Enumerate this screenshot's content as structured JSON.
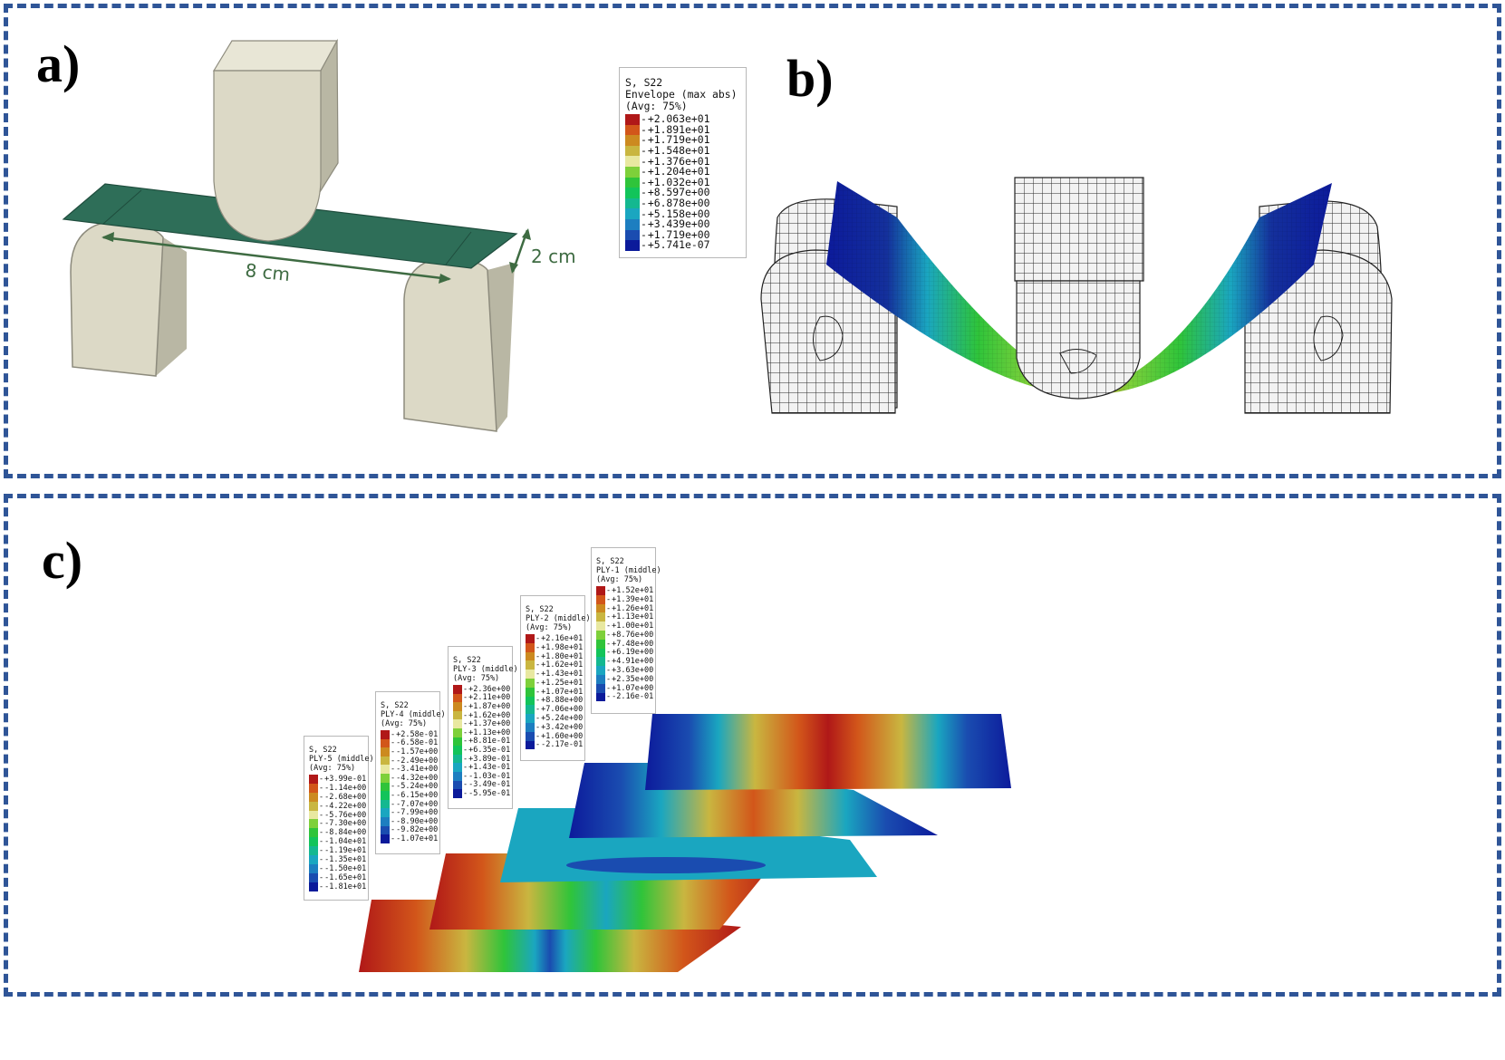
{
  "panels": {
    "a": {
      "label": "a)",
      "dimensions": {
        "length": "8 cm",
        "width": "2 cm"
      }
    },
    "b": {
      "label": "b)",
      "legend": {
        "title_lines": [
          "S, S22",
          "Envelope (max abs)",
          "(Avg: 75%)"
        ],
        "values": [
          "+2.063e+01",
          "+1.891e+01",
          "+1.719e+01",
          "+1.548e+01",
          "+1.376e+01",
          "+1.204e+01",
          "+1.032e+01",
          "+8.597e+00",
          "+6.878e+00",
          "+5.158e+00",
          "+3.439e+00",
          "+1.719e+00",
          "+5.741e-07"
        ]
      }
    },
    "c": {
      "label": "c)",
      "legends": [
        {
          "title_lines": [
            "S, S22",
            "PLY-5 (middle)",
            "(Avg: 75%)"
          ],
          "values": [
            "+3.99e-01",
            "-1.14e+00",
            "-2.68e+00",
            "-4.22e+00",
            "-5.76e+00",
            "-7.30e+00",
            "-8.84e+00",
            "-1.04e+01",
            "-1.19e+01",
            "-1.35e+01",
            "-1.50e+01",
            "-1.65e+01",
            "-1.81e+01"
          ]
        },
        {
          "title_lines": [
            "S, S22",
            "PLY-4 (middle)",
            "(Avg: 75%)"
          ],
          "values": [
            "+2.58e-01",
            "-6.58e-01",
            "-1.57e+00",
            "-2.49e+00",
            "-3.41e+00",
            "-4.32e+00",
            "-5.24e+00",
            "-6.15e+00",
            "-7.07e+00",
            "-7.99e+00",
            "-8.90e+00",
            "-9.82e+00",
            "-1.07e+01"
          ]
        },
        {
          "title_lines": [
            "S, S22",
            "PLY-3 (middle)",
            "(Avg: 75%)"
          ],
          "values": [
            "+2.36e+00",
            "+2.11e+00",
            "+1.87e+00",
            "+1.62e+00",
            "+1.37e+00",
            "+1.13e+00",
            "+8.81e-01",
            "+6.35e-01",
            "+3.89e-01",
            "+1.43e-01",
            "-1.03e-01",
            "-3.49e-01",
            "-5.95e-01"
          ]
        },
        {
          "title_lines": [
            "S, S22",
            "PLY-2 (middle)",
            "(Avg: 75%)"
          ],
          "values": [
            "+2.16e+01",
            "+1.98e+01",
            "+1.80e+01",
            "+1.62e+01",
            "+1.43e+01",
            "+1.25e+01",
            "+1.07e+01",
            "+8.88e+00",
            "+7.06e+00",
            "+5.24e+00",
            "+3.42e+00",
            "+1.60e+00",
            "-2.17e-01"
          ]
        },
        {
          "title_lines": [
            "S, S22",
            "PLY-1 (middle)",
            "(Avg: 75%)"
          ],
          "values": [
            "+1.52e+01",
            "+1.39e+01",
            "+1.26e+01",
            "+1.13e+01",
            "+1.00e+01",
            "+8.76e+00",
            "+7.48e+00",
            "+6.19e+00",
            "+4.91e+00",
            "+3.63e+00",
            "+2.35e+00",
            "+1.07e+00",
            "-2.16e-01"
          ]
        }
      ]
    }
  },
  "colors": {
    "frame": "#2f5597",
    "specimen": "#2e6e58",
    "fixture": "#dcd9c6",
    "dimension": "#3e6b42",
    "contour_scale": [
      "#b01818",
      "#d2561a",
      "#cc8a20",
      "#c9b640",
      "#e8e8a0",
      "#7ed03a",
      "#2fc43a",
      "#12c45a",
      "#14b890",
      "#1aa6c0",
      "#1d7ec0",
      "#1a4cb0",
      "#0b1a9a"
    ]
  }
}
